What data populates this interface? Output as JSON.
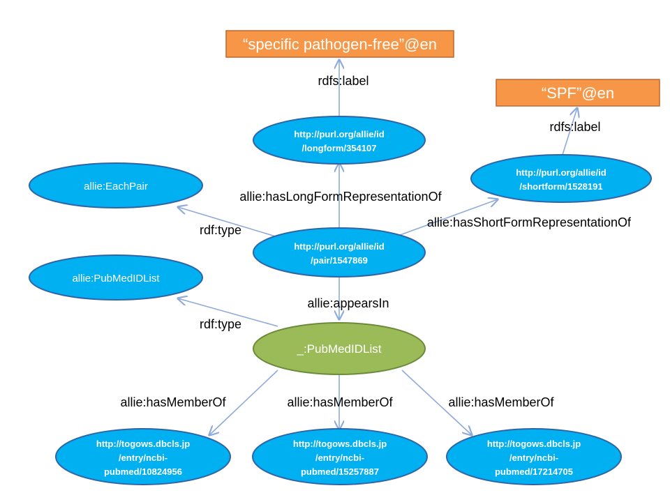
{
  "nodes": {
    "literal_longform": "“specific pathogen-free”@en",
    "literal_shortform": "“SPF”@en",
    "longform": [
      "http://purl.org/allie/id",
      "/longform/354107"
    ],
    "shortform": [
      "http://purl.org/allie/id",
      "/shortform/1528191"
    ],
    "eachpair": "allie:EachPair",
    "pair": [
      "http://purl.org/allie/id",
      "/pair/1547869"
    ],
    "pubmedidlist_class": "allie:PubMedIDList",
    "pubmedidlist_blank": "_:PubMedIDList",
    "entry1": [
      "http://togows.dbcls.jp",
      "/entry/ncbi-",
      "pubmed/10824956"
    ],
    "entry2": [
      "http://togows.dbcls.jp",
      "/entry/ncbi-",
      "pubmed/15257887"
    ],
    "entry3": [
      "http://togows.dbcls.jp",
      "/entry/ncbi-",
      "pubmed/17214705"
    ]
  },
  "edges": {
    "label_longform": "rdfs:label",
    "label_shortform": "rdfs:label",
    "long_rep": "allie:hasLongFormRepresentationOf",
    "short_rep": "allie:hasShortFormRepresentationOf",
    "type_pair": "rdf:type",
    "appears_in": "allie:appearsIn",
    "type_list": "rdf:type",
    "member1": "allie:hasMemberOf",
    "member2": "allie:hasMemberOf",
    "member3": "allie:hasMemberOf"
  },
  "colors": {
    "uri_node": "#00b0f0",
    "blank_node": "#9bbb59",
    "literal_node": "#f79646",
    "edge": "#8eaadb"
  }
}
